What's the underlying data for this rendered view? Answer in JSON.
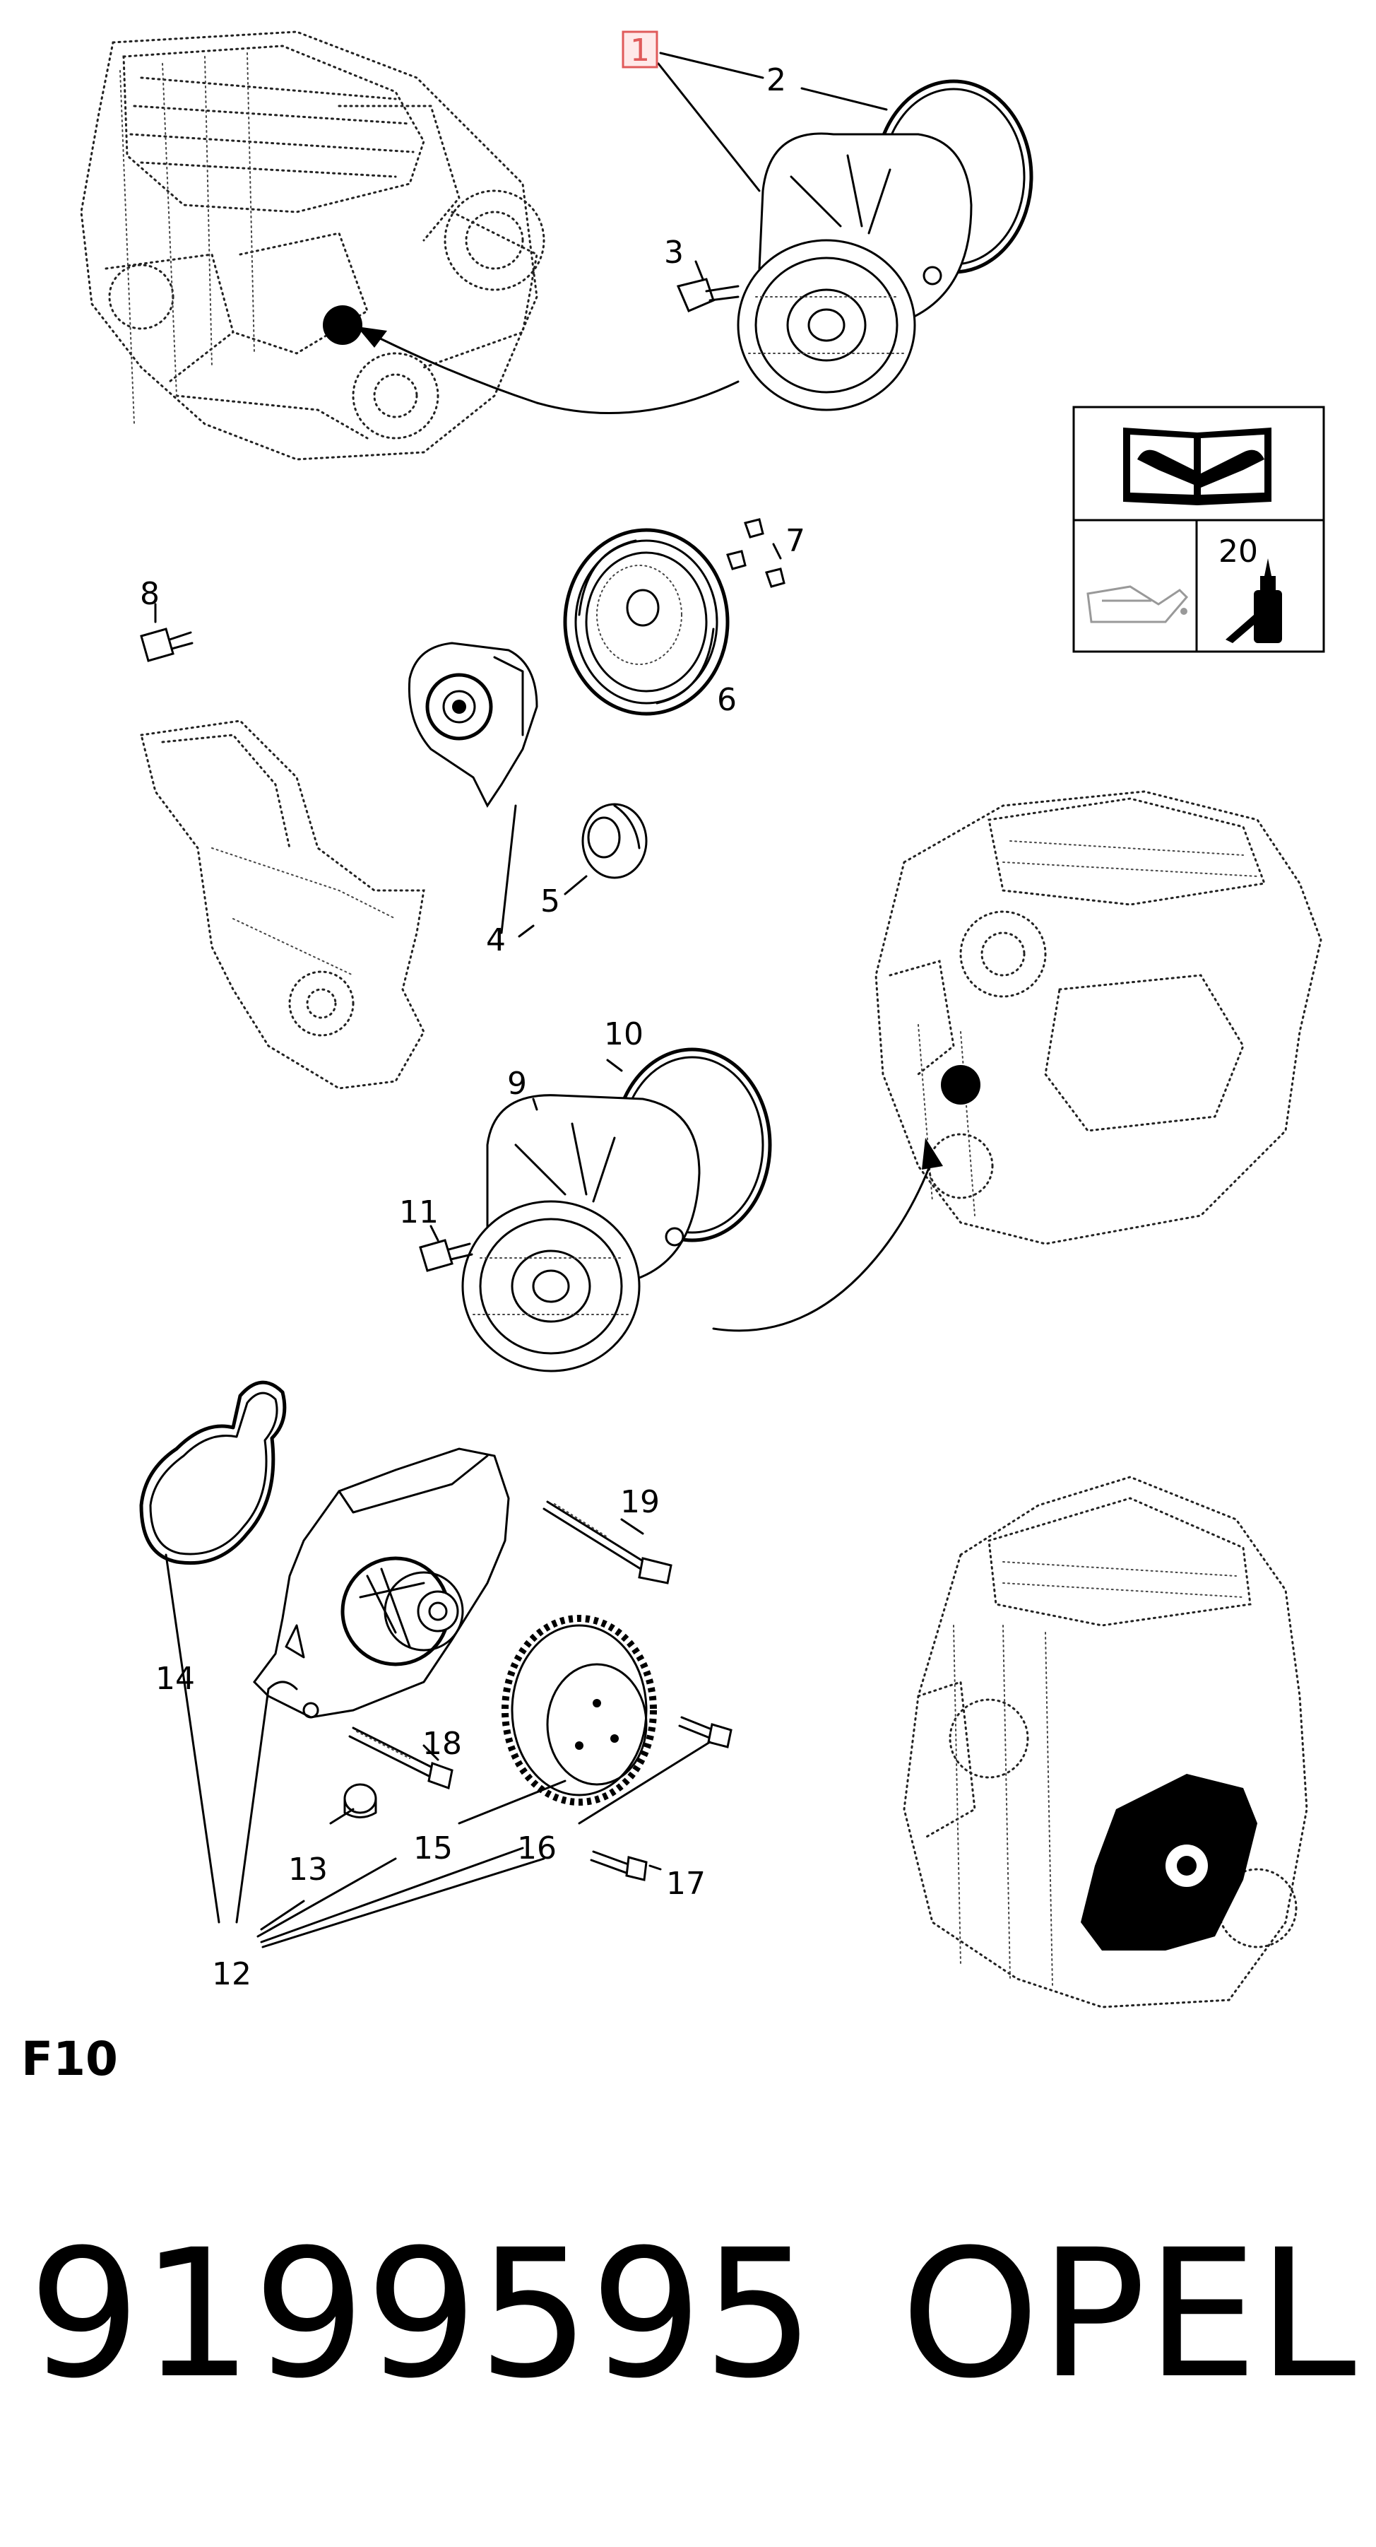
{
  "section_code": "F10",
  "part_number": "9199595",
  "brand": "OPEL",
  "highlighted_callout": "1",
  "highlight_color": "#e05a5a",
  "callouts": [
    "1",
    "2",
    "3",
    "4",
    "5",
    "6",
    "7",
    "8",
    "9",
    "10",
    "11",
    "12",
    "13",
    "14",
    "15",
    "16",
    "17",
    "18",
    "19",
    "20"
  ],
  "info_box_icons": [
    "workshop-manual-icon",
    "oil-change-icon",
    "sealant-bottle-icon"
  ]
}
